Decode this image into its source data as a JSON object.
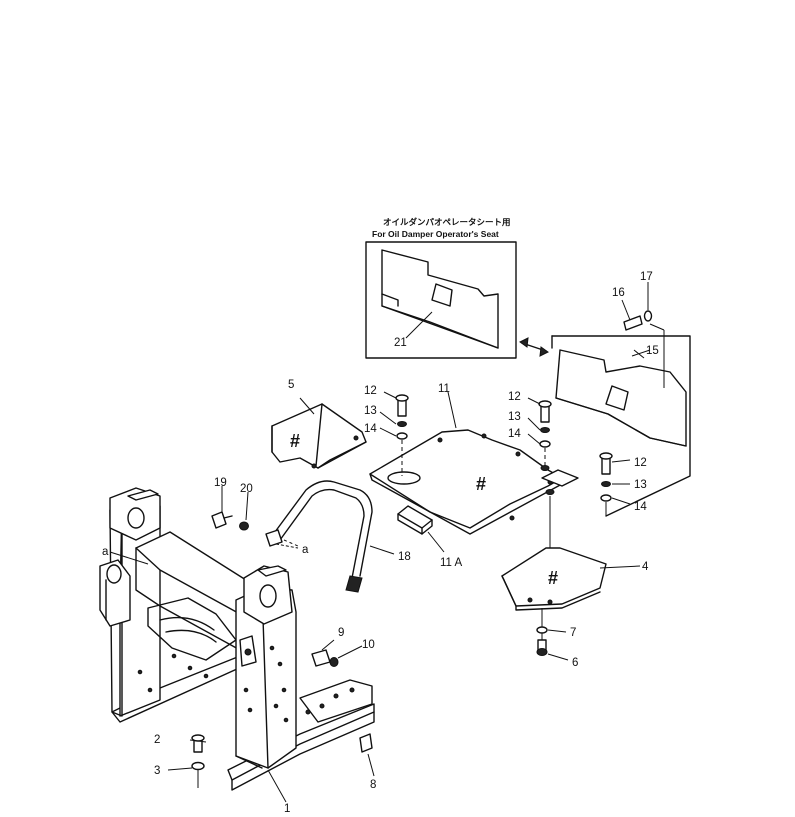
{
  "inset": {
    "caption_jp": "オイルダンパオペレータシート用",
    "caption_en": "For Oil Damper Operator's Seat"
  },
  "marks": {
    "hash": "#",
    "ref_a": "a"
  },
  "callouts": {
    "p1": "1",
    "p2": "2",
    "p3": "3",
    "p4": "4",
    "p5": "5",
    "p6": "6",
    "p7": "7",
    "p8": "8",
    "p9": "9",
    "p10": "10",
    "p11": "11",
    "p11a": "11 A",
    "p12": "12",
    "p13": "13",
    "p14": "14",
    "p15": "15",
    "p16": "16",
    "p17": "17",
    "p18": "18",
    "p19": "19",
    "p20": "20",
    "p21": "21"
  }
}
